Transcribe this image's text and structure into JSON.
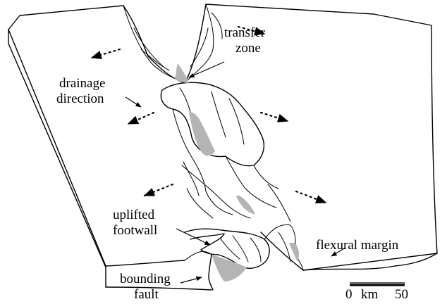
{
  "labels": {
    "transfer_zone_line1": "transfer",
    "transfer_zone_line2": "zone",
    "drainage_line1": "drainage",
    "drainage_line2": "direction",
    "uplifted_line1": "uplifted",
    "uplifted_line2": "footwall",
    "bounding_line1": "bounding",
    "bounding_line2": "fault",
    "flexural_margin": "flexural margin"
  },
  "scale_bar": {
    "start": "0",
    "unit": "km",
    "end": "50"
  }
}
